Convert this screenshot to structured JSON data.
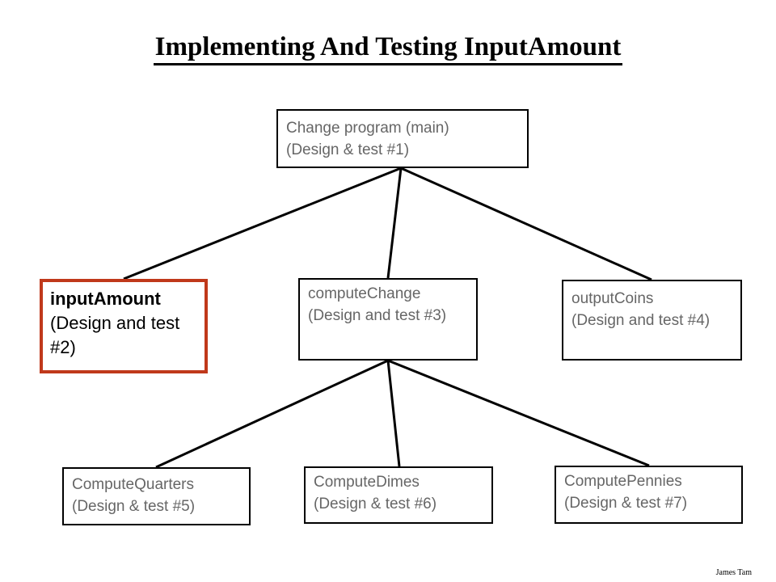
{
  "title": "Implementing And Testing InputAmount",
  "colors": {
    "highlight_border": "#c0391b",
    "node_text": "#666666",
    "lines": "#000000"
  },
  "nodes": {
    "main": {
      "line1": "Change program (main)",
      "line2": "(Design & test #1)"
    },
    "input_amount": {
      "name": "inputAmount",
      "desc": "(Design and test #2)"
    },
    "compute_change": {
      "name": "computeChange",
      "desc": "(Design and test #3)"
    },
    "output_coins": {
      "name": "outputCoins",
      "desc": "(Design and test #4)"
    },
    "compute_quarters": {
      "line1": "ComputeQuarters",
      "line2": "(Design & test #5)"
    },
    "compute_dimes": {
      "line1": "ComputeDimes",
      "line2": "(Design & test #6)"
    },
    "compute_pennies": {
      "line1": "ComputePennies",
      "line2": "(Design & test #7)"
    }
  },
  "credit": "James Tam"
}
